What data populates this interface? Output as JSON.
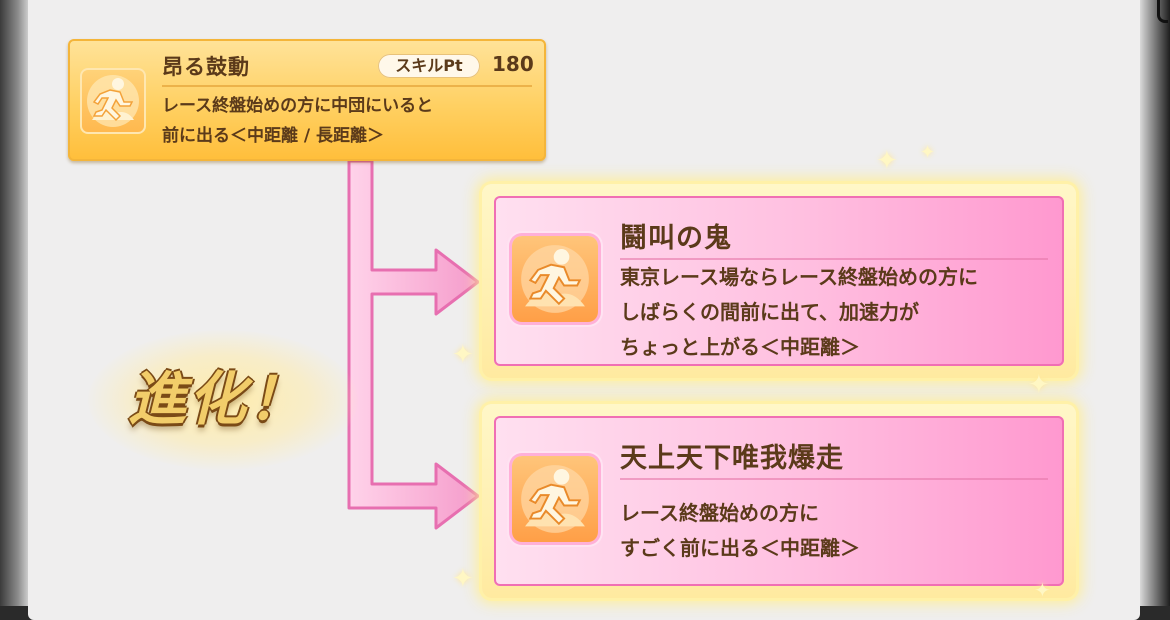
{
  "source_skill": {
    "name": "昂る鼓動",
    "pt_label": "スキルPt",
    "pt_value": "180",
    "description": "レース終盤始めの方に中団にいると\n前に出る＜中距離 / 長距離＞",
    "icon": "running-figure-skill-icon"
  },
  "evolution_label": "進化！",
  "evolved_skills": [
    {
      "name": "鬪叫の鬼",
      "description": "東京レース場ならレース終盤始めの方に\nしばらくの間前に出て、加速力が\nちょっと上がる＜中距離＞",
      "icon": "running-figure-skill-icon"
    },
    {
      "name": "天上天下唯我爆走",
      "description": "レース終盤始めの方に\nすごく前に出る＜中距離＞",
      "icon": "running-figure-skill-icon"
    }
  ],
  "colors": {
    "source_card": "#ffd062",
    "evolved_card": "#ffbfe0",
    "connector": "#f6a6d6",
    "text": "#5b3a1a"
  }
}
